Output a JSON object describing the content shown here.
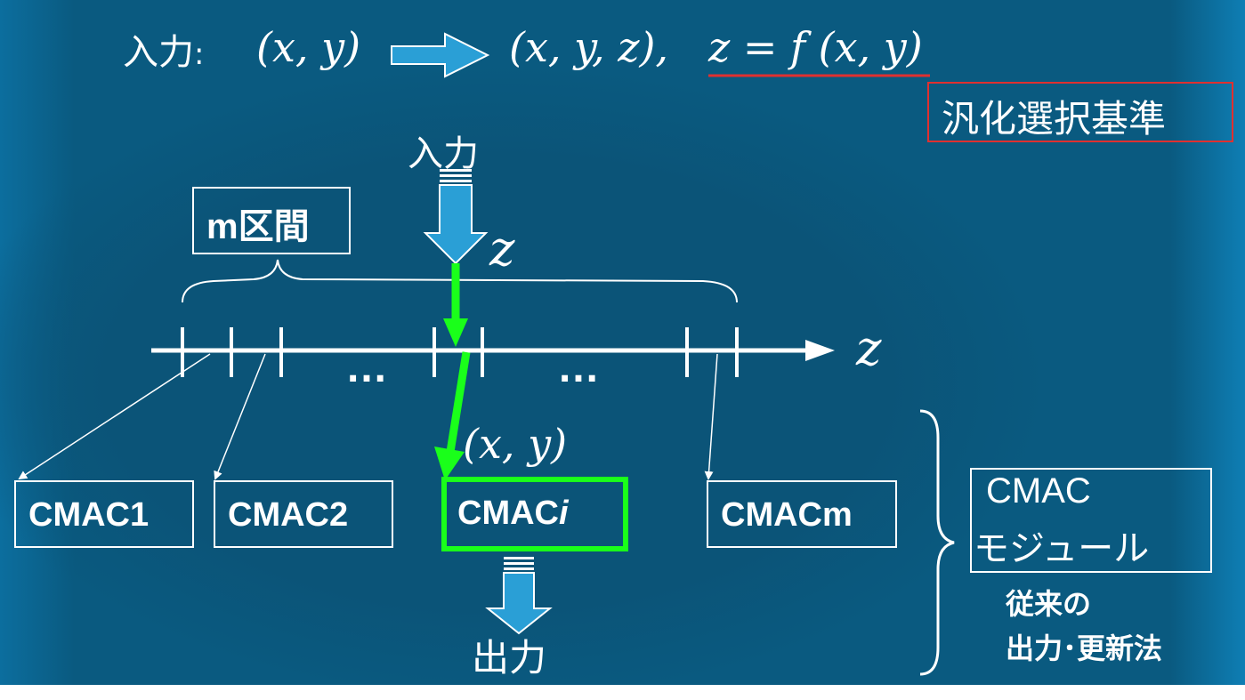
{
  "header": {
    "input_label": "入力",
    "input_colon": ":",
    "input_xy": "(x, y)",
    "output_xyz": "(x, y, z),",
    "formula": "z = f (x, y)"
  },
  "criterion_label": "汎化選択基準",
  "top_input_label": "入力",
  "z_label_arrow": "z",
  "z_label_axis": "z",
  "interval_label": "m区間",
  "ellipsis_left": "…",
  "ellipsis_right": "…",
  "xy_label": "(x, y)",
  "modules": [
    {
      "label": "CMAC1"
    },
    {
      "label": "CMAC2"
    },
    {
      "label_prefix": "CMAC",
      "label_suffix": "i"
    },
    {
      "label": "CMACm"
    }
  ],
  "output_label": "出力",
  "module_box": {
    "line1": "CMAC",
    "line2": "モジュール"
  },
  "conventional": {
    "line1": "従来の",
    "line2": "出力･更新法"
  },
  "colors": {
    "background": "#0a5a80",
    "highlight_green": "#1aff1a",
    "criterion_red": "#e03030",
    "arrow_fill": "#2a9fd6"
  }
}
